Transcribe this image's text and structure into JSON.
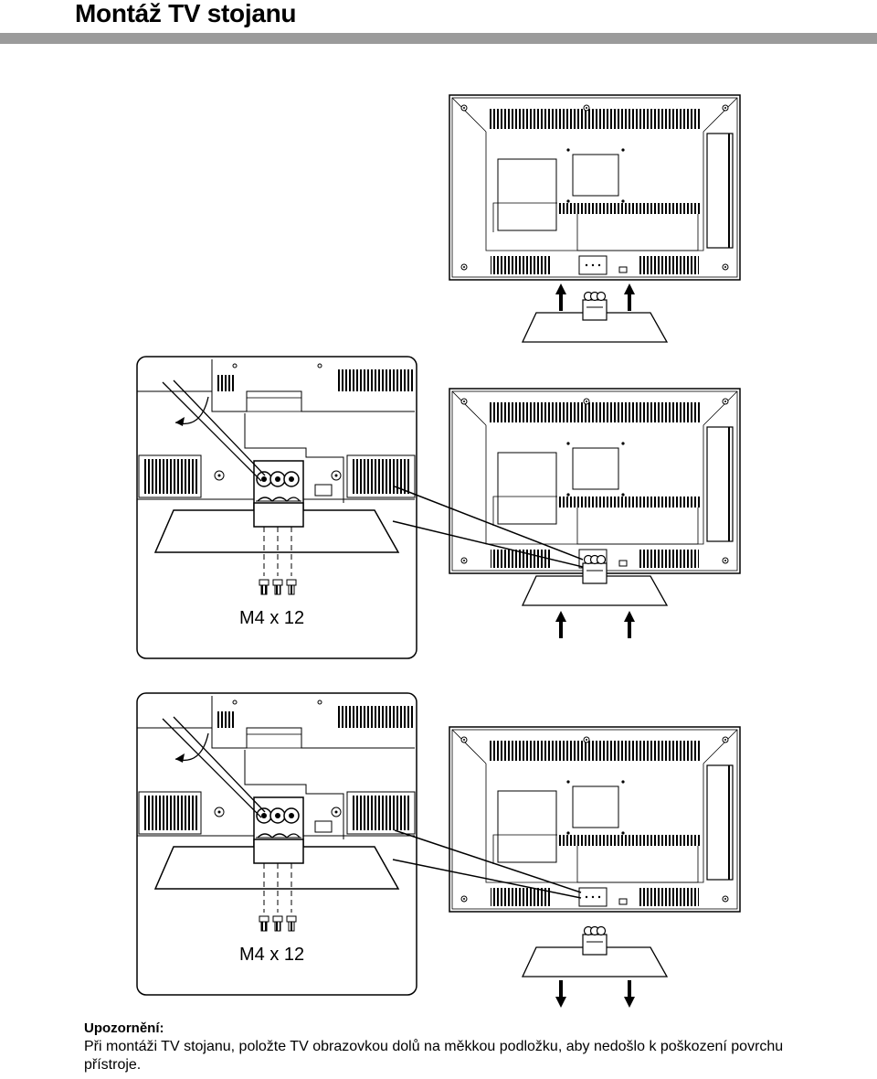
{
  "header": {
    "title": "Montáž TV stojanu",
    "accent_bar_color": "#9b9b9b"
  },
  "detail_panels": [
    {
      "screw_label": "M4 x 12"
    },
    {
      "screw_label": "M4 x 12"
    }
  ],
  "note": {
    "heading": "Upozornění:",
    "text": "Při montáži TV stojanu, položte TV obrazovkou dolů na měkkou podložku, aby nedošlo k poškození povrchu přístroje."
  }
}
